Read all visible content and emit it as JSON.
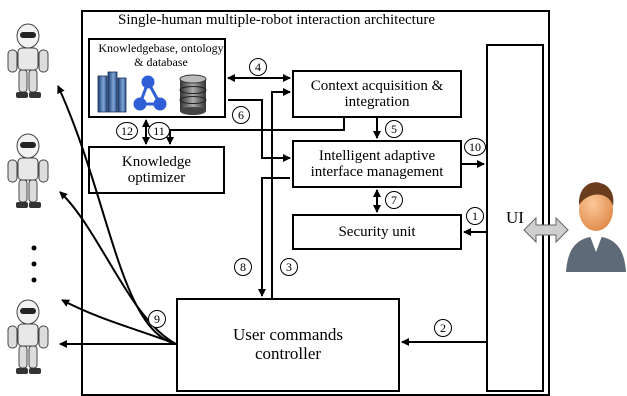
{
  "diagram": {
    "title": "Single-human multiple-robot interaction architecture",
    "kb_label": "Knowledgebase, ontology & database",
    "context_label": "Context acquisition & integration",
    "optimizer_label": "Knowledge optimizer",
    "iaim_label": "Intelligent adaptive interface management",
    "security_label": "Security unit",
    "controller_label": "User commands controller",
    "ui_label": "UI",
    "robot_dots": "•\n•\n•",
    "step_numbers": [
      "1",
      "2",
      "3",
      "4",
      "5",
      "6",
      "7",
      "8",
      "9",
      "10",
      "11",
      "12"
    ]
  },
  "icons": [
    "books-icon",
    "network-graph-icon",
    "database-icon",
    "robot-icon",
    "user-avatar-icon",
    "double-arrow-icon"
  ],
  "colors": {
    "stroke": "#000000",
    "books": "#3d6fb0",
    "graph": "#2f5fd6",
    "database": "#555555",
    "skin": "#f3a565",
    "suit": "#5f6a78"
  }
}
